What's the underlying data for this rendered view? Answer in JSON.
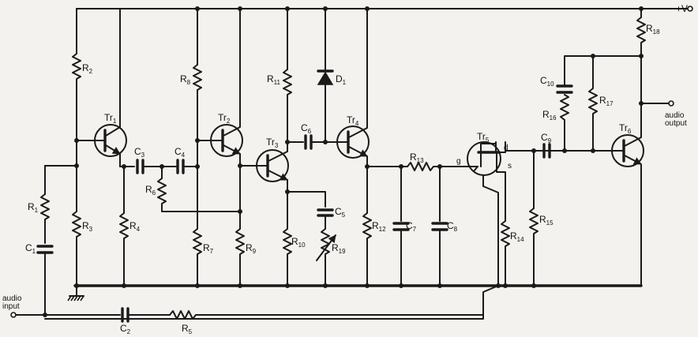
{
  "supply": {
    "label": "+V"
  },
  "terminals": {
    "input": {
      "line1": "audio",
      "line2": "input"
    },
    "output": {
      "line1": "audio",
      "line2": "output"
    }
  },
  "transistors": [
    {
      "prefix": "Tr",
      "sub": "1"
    },
    {
      "prefix": "Tr",
      "sub": "2"
    },
    {
      "prefix": "Tr",
      "sub": "3"
    },
    {
      "prefix": "Tr",
      "sub": "4"
    },
    {
      "prefix": "Tr",
      "sub": "5"
    },
    {
      "prefix": "Tr",
      "sub": "6"
    }
  ],
  "fet_pins": {
    "gate": "g",
    "drain": "d",
    "source": "s"
  },
  "diode": {
    "prefix": "D",
    "sub": "1"
  },
  "resistors": [
    {
      "prefix": "R",
      "sub": "1"
    },
    {
      "prefix": "R",
      "sub": "2"
    },
    {
      "prefix": "R",
      "sub": "3"
    },
    {
      "prefix": "R",
      "sub": "4"
    },
    {
      "prefix": "R",
      "sub": "5"
    },
    {
      "prefix": "R",
      "sub": "6"
    },
    {
      "prefix": "R",
      "sub": "7"
    },
    {
      "prefix": "R",
      "sub": "8"
    },
    {
      "prefix": "R",
      "sub": "9"
    },
    {
      "prefix": "R",
      "sub": "10"
    },
    {
      "prefix": "R",
      "sub": "11"
    },
    {
      "prefix": "R",
      "sub": "12"
    },
    {
      "prefix": "R",
      "sub": "13"
    },
    {
      "prefix": "R",
      "sub": "14"
    },
    {
      "prefix": "R",
      "sub": "15"
    },
    {
      "prefix": "R",
      "sub": "16"
    },
    {
      "prefix": "R",
      "sub": "17"
    },
    {
      "prefix": "R",
      "sub": "18"
    },
    {
      "prefix": "R",
      "sub": "19"
    }
  ],
  "capacitors": [
    {
      "prefix": "C",
      "sub": "1"
    },
    {
      "prefix": "C",
      "sub": "2"
    },
    {
      "prefix": "C",
      "sub": "3"
    },
    {
      "prefix": "C",
      "sub": "4"
    },
    {
      "prefix": "C",
      "sub": "5"
    },
    {
      "prefix": "C",
      "sub": "6"
    },
    {
      "prefix": "C",
      "sub": "7"
    },
    {
      "prefix": "C",
      "sub": "8"
    },
    {
      "prefix": "C",
      "sub": "9"
    },
    {
      "prefix": "C",
      "sub": "10"
    }
  ]
}
